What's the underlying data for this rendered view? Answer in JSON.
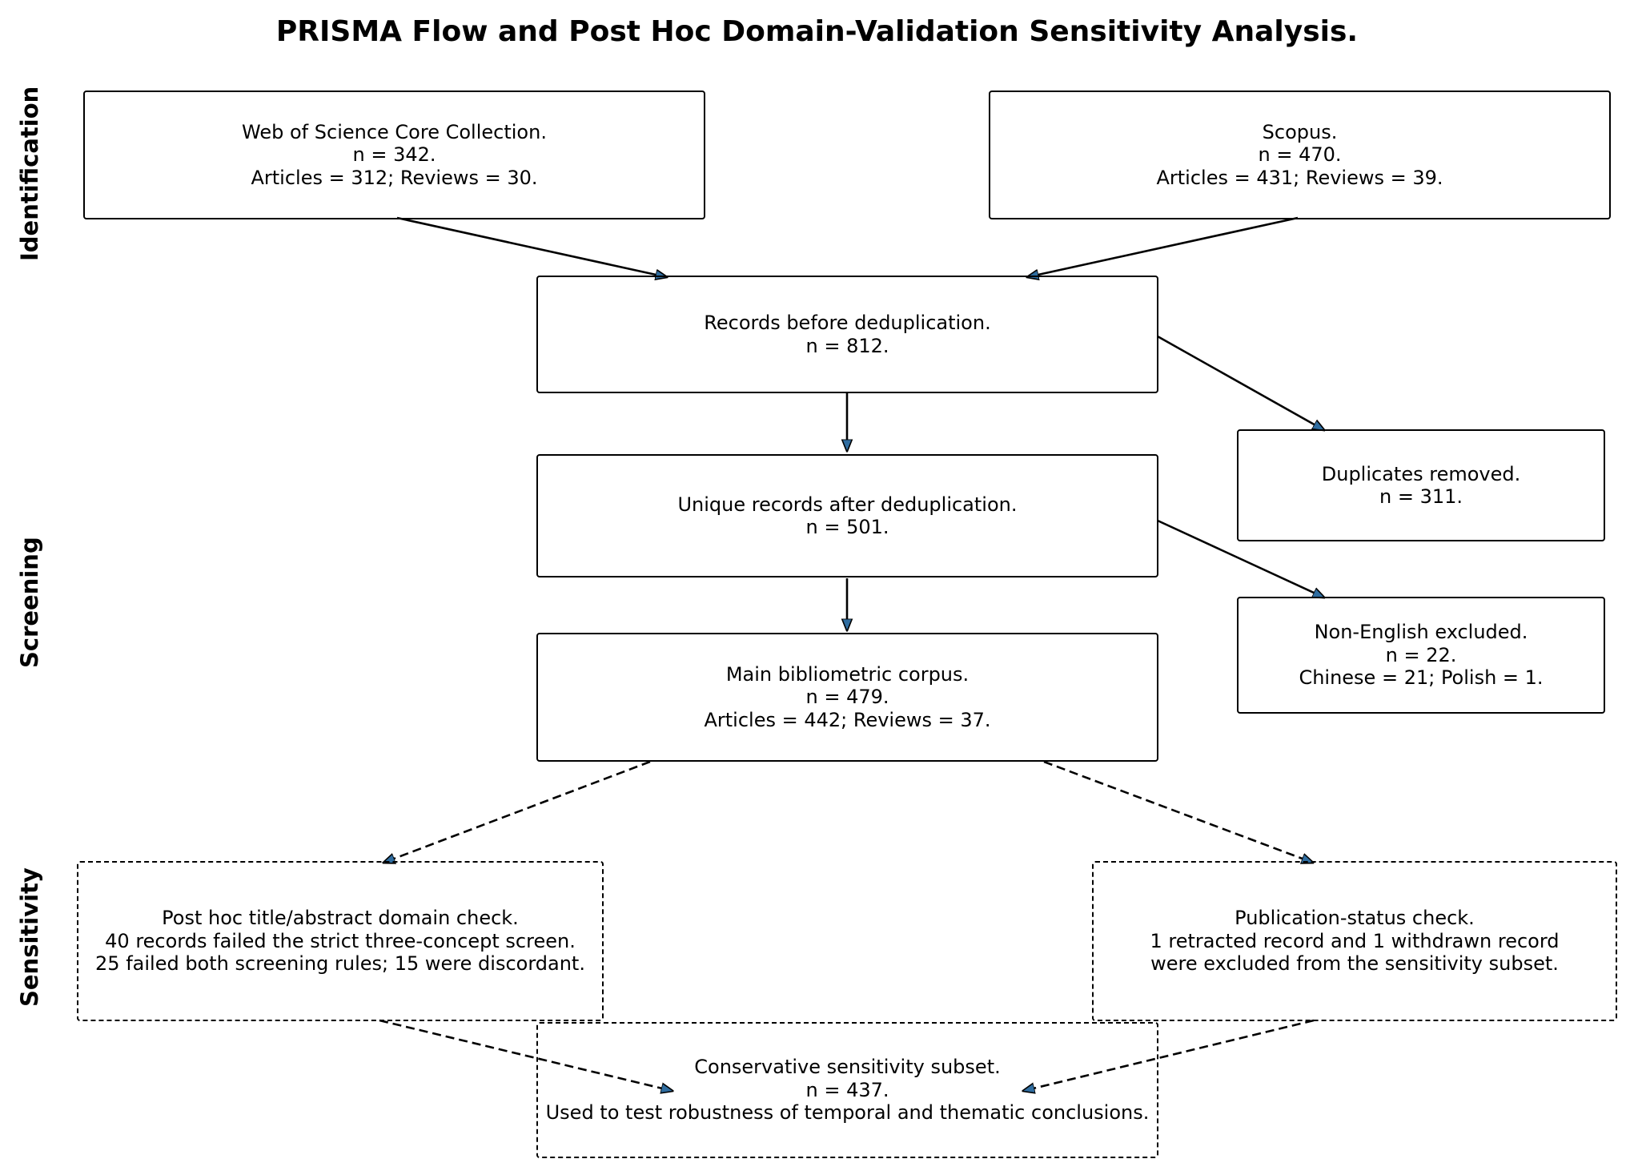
{
  "title": "PRISMA Flow and Post Hoc Domain-Validation Sensitivity Analysis.",
  "stages": {
    "identification": "Identification",
    "screening": "Screening",
    "sensitivity": "Sensitivity"
  },
  "boxes": {
    "wos": [
      "Web of Science Core Collection.",
      "n = 342.",
      "Articles = 312; Reviews = 30."
    ],
    "scopus": [
      "Scopus.",
      "n = 470.",
      "Articles = 431; Reviews = 39."
    ],
    "before_dedup": [
      "Records before deduplication.",
      "n = 812."
    ],
    "duplicates": [
      "Duplicates removed.",
      "n = 311."
    ],
    "unique": [
      "Unique records after deduplication.",
      "n = 501."
    ],
    "non_english": [
      "Non-English excluded.",
      "n = 22.",
      "Chinese = 21; Polish = 1."
    ],
    "main_corpus": [
      "Main bibliometric corpus.",
      "n = 479.",
      "Articles = 442; Reviews = 37."
    ],
    "post_hoc": [
      "Post hoc title/abstract domain check.",
      "40 records failed the strict three-concept screen.",
      "25 failed both screening rules; 15 were discordant."
    ],
    "pub_status": [
      "Publication-status check.",
      "1 retracted record and 1 withdrawn record",
      "were excluded from the sensitivity subset."
    ],
    "conservative": [
      "Conservative sensitivity subset.",
      "n = 437.",
      "Used to test robustness of temporal and thematic conclusions."
    ]
  },
  "colors": {
    "arrowhead": "#2f6da0",
    "line": "#000000"
  }
}
